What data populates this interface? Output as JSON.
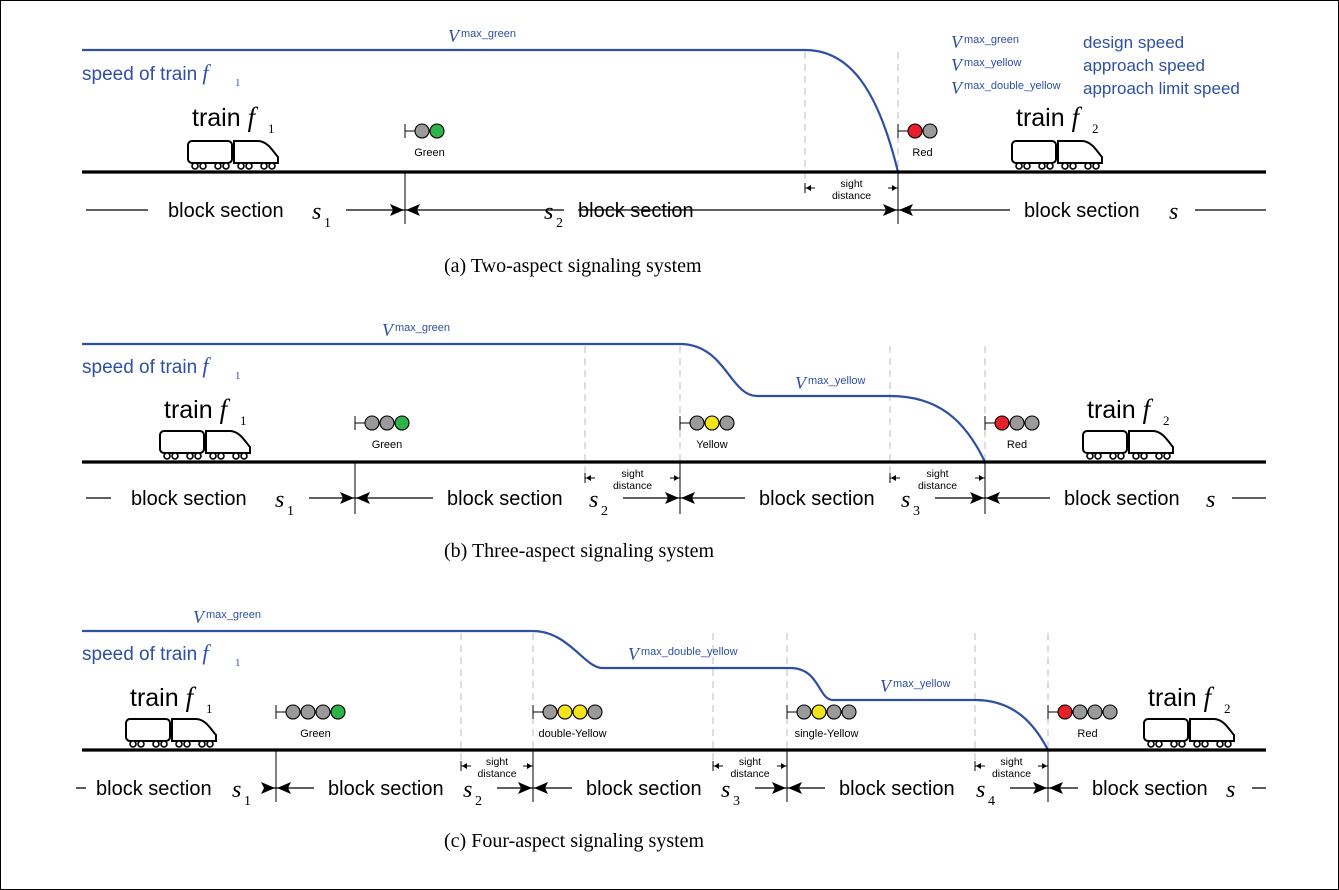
{
  "legend": {
    "items": [
      {
        "symbol": "V",
        "sup": "max_green",
        "meaning": "design speed"
      },
      {
        "symbol": "V",
        "sup": "max_yellow",
        "meaning": "approach speed"
      },
      {
        "symbol": "V",
        "sup": "max_double_yellow",
        "meaning": "approach limit speed"
      }
    ]
  },
  "common": {
    "speed_label": "speed of train ",
    "speed_var": "f",
    "speed_sub": "1",
    "train_word": "train ",
    "train_var": "f",
    "train1_sub": "1",
    "train2_sub": "2",
    "sight_line1": "sight",
    "sight_line2": "distance",
    "block_word": "block section ",
    "block_var": "s",
    "speed_symbol": "V",
    "sup_green": "max_green",
    "sup_yellow": "max_yellow",
    "sup_double_yellow": "max_double_yellow"
  },
  "panels": [
    {
      "caption": "(a)  Two-aspect signaling system",
      "signals": [
        {
          "label": "Green",
          "lamps": [
            "gray",
            "green"
          ]
        },
        {
          "label": "Red",
          "lamps": [
            "red",
            "gray"
          ]
        }
      ],
      "blocks": [
        "1",
        "2",
        ""
      ]
    },
    {
      "caption": "(b)  Three-aspect signaling system",
      "signals": [
        {
          "label": "Green",
          "lamps": [
            "gray",
            "gray",
            "green"
          ]
        },
        {
          "label": "Yellow",
          "lamps": [
            "gray",
            "yellow",
            "gray"
          ]
        },
        {
          "label": "Red",
          "lamps": [
            "red",
            "gray",
            "gray"
          ]
        }
      ],
      "blocks": [
        "1",
        "2",
        "3",
        ""
      ]
    },
    {
      "caption": "(c)  Four-aspect signaling system",
      "signals": [
        {
          "label": "Green",
          "lamps": [
            "gray",
            "gray",
            "gray",
            "green"
          ]
        },
        {
          "label": "double-Yellow",
          "lamps": [
            "gray",
            "yellow",
            "yellow",
            "gray"
          ]
        },
        {
          "label": "single-Yellow",
          "lamps": [
            "gray",
            "yellow",
            "gray",
            "gray"
          ]
        },
        {
          "label": "Red",
          "lamps": [
            "red",
            "gray",
            "gray",
            "gray"
          ]
        }
      ],
      "blocks": [
        "1",
        "2",
        "3",
        "4",
        ""
      ]
    }
  ],
  "colors": {
    "green": "#2db34a",
    "yellow": "#f4e21a",
    "red": "#e8202a",
    "gray": "#9a9a9a",
    "curve": "#2e4fa3"
  }
}
